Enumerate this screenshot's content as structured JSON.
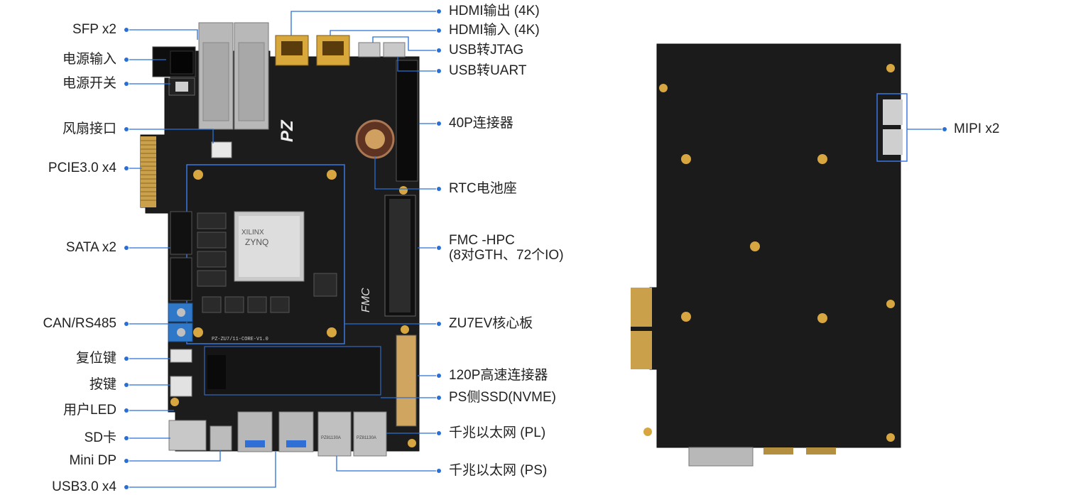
{
  "labels_left": [
    {
      "id": "sfp",
      "text": "SFP x2"
    },
    {
      "id": "power-in",
      "text": "电源输入"
    },
    {
      "id": "power-switch",
      "text": "电源开关"
    },
    {
      "id": "fan",
      "text": "风扇接口"
    },
    {
      "id": "pcie",
      "text": "PCIE3.0 x4"
    },
    {
      "id": "sata",
      "text": "SATA x2"
    },
    {
      "id": "can",
      "text": "CAN/RS485"
    },
    {
      "id": "reset",
      "text": "复位键"
    },
    {
      "id": "button",
      "text": "按键"
    },
    {
      "id": "led",
      "text": "用户LED"
    },
    {
      "id": "sd",
      "text": "SD卡"
    },
    {
      "id": "dp",
      "text": "Mini DP"
    },
    {
      "id": "usb3",
      "text": "USB3.0 x4"
    }
  ],
  "labels_right": [
    {
      "id": "hdmi-out",
      "text": "HDMI输出 (4K)"
    },
    {
      "id": "hdmi-in",
      "text": "HDMI输入 (4K)"
    },
    {
      "id": "usb-jtag",
      "text": "USB转JTAG"
    },
    {
      "id": "usb-uart",
      "text": "USB转UART"
    },
    {
      "id": "conn40p",
      "text": "40P连接器"
    },
    {
      "id": "rtc",
      "text": "RTC电池座"
    },
    {
      "id": "fmc",
      "text": "FMC -HPC"
    },
    {
      "id": "fmc-sub",
      "text": "(8对GTH、72个IO)"
    },
    {
      "id": "core",
      "text": "ZU7EV核心板"
    },
    {
      "id": "conn120p",
      "text": "120P高速连接器"
    },
    {
      "id": "ssd",
      "text": "PS侧SSD(NVME)"
    },
    {
      "id": "eth-pl",
      "text": "千兆以太网 (PL)"
    },
    {
      "id": "eth-ps",
      "text": "千兆以太网 (PS)"
    }
  ],
  "back_label": {
    "id": "mipi",
    "text": "MIPI x2"
  },
  "board_marks": {
    "chip_brand": "XILINX",
    "chip_name": "ZYNQ",
    "fmc_text": "FMC",
    "pz_logo": "PZ",
    "core_silk": "PZ-ZU7/11-CORE-V1.0",
    "eth_part": "PZ81130A"
  },
  "colors": {
    "pcb": "#1b1b1b",
    "line": "#2a6fd6",
    "text": "#222222",
    "gold": "#d8a640",
    "blue_terminal": "#2f78c8",
    "silver": "#b9b9b9"
  }
}
